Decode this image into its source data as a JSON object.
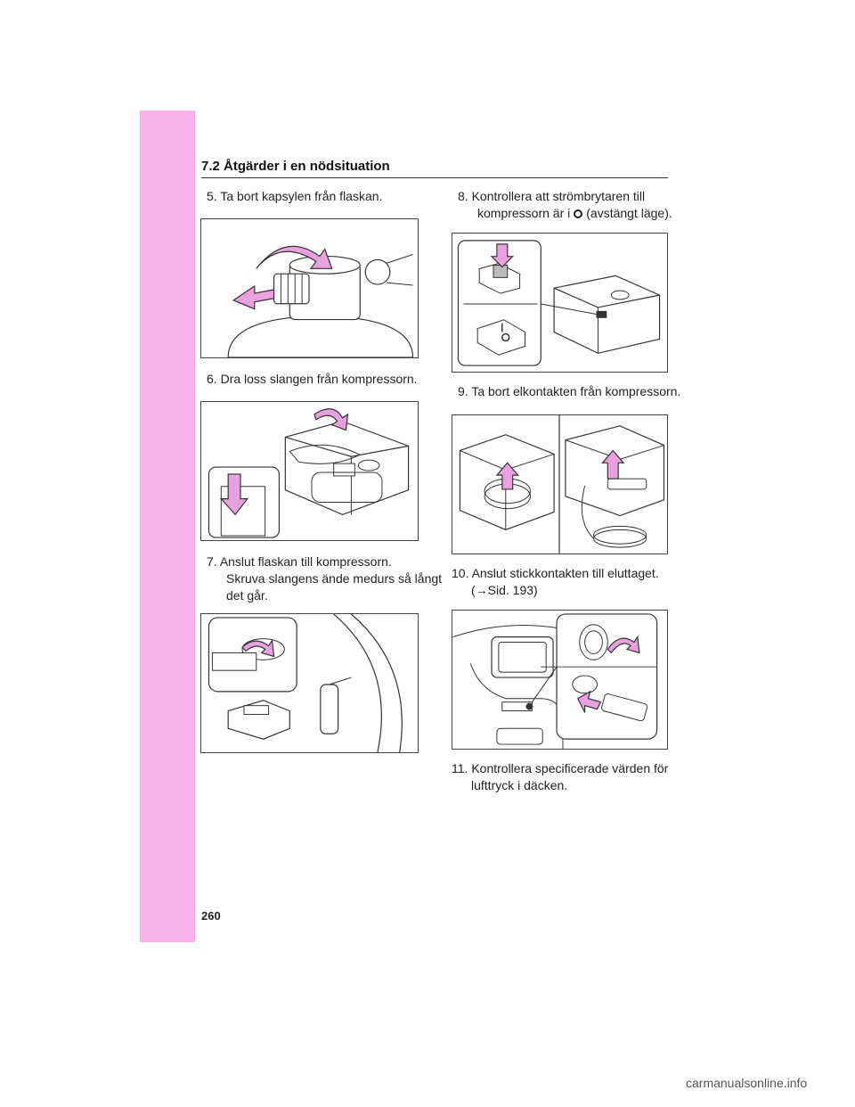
{
  "section": {
    "title": "7.2  Åtgärder i en nödsituation"
  },
  "steps": {
    "s5": {
      "num": "5.",
      "text": "Ta bort kapsylen från flaskan."
    },
    "s6": {
      "num": "6.",
      "text": "Dra loss slangen från kompressorn."
    },
    "s7": {
      "num": "7.",
      "text": "Anslut flaskan till kompressorn.",
      "sub1": "Skruva slangens ände medurs så långt",
      "sub2": "det går."
    },
    "s8": {
      "num": "8.",
      "text": "Kontrollera att strömbrytaren till",
      "line2a": "kompressorn är i",
      "line2b": "(avstängt läge)."
    },
    "s9": {
      "num": "9.",
      "text": "Ta bort elkontakten från kompressorn."
    },
    "s10": {
      "num": "10.",
      "text": "Anslut stickkontakten till eluttaget.",
      "ref": "(→Sid. 193)"
    },
    "s11": {
      "num": "11.",
      "text": "Kontrollera specificerade värden för",
      "line2": "lufttryck i däcken."
    }
  },
  "page_number": "260",
  "footer": "carmanualsonline.info",
  "colors": {
    "accent": "#f7b2ec",
    "arrow": "#e9a0df"
  },
  "icons": {
    "off_symbol": "ring-icon"
  }
}
